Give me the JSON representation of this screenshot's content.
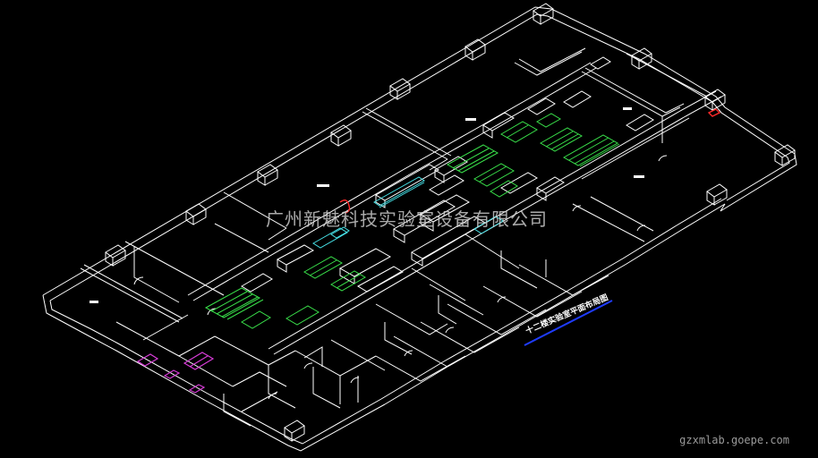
{
  "drawing": {
    "company_text": "广州新魅科技实验室设备有限公司",
    "plan_title": "十二楼实验室平面布局图",
    "watermark": "gzxmlab.goepe.com"
  },
  "colors": {
    "background": "#000000",
    "wall": "#ffffff",
    "bench_green": "#39e04a",
    "equipment_cyan": "#46e0e6",
    "fixture_magenta": "#d63cd6",
    "marker_red": "#ff2a2a",
    "underline_blue": "#1f3cff"
  }
}
